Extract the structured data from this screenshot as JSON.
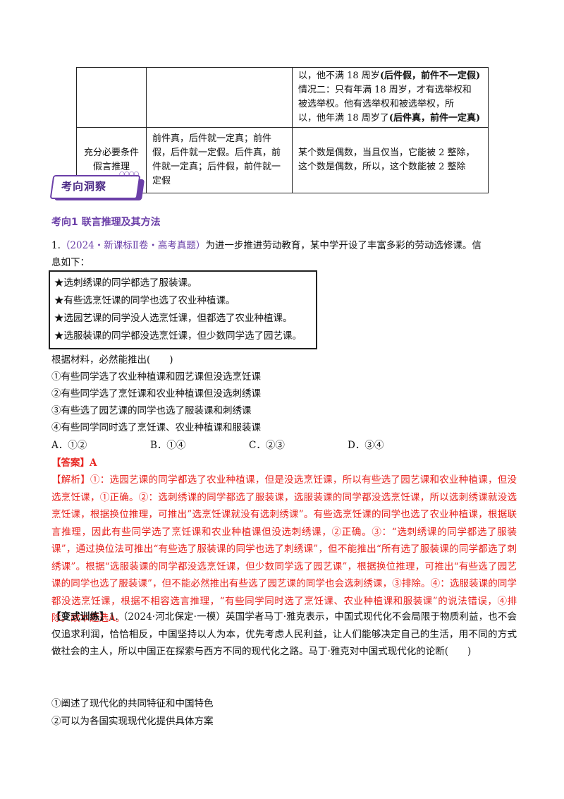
{
  "table": {
    "row1": {
      "col1": "",
      "col2": "",
      "col3_l1_pre": "以，他不满 18 周岁",
      "col3_l1_bold": "(后件假，前件不一定假)",
      "col3_l2": "情况二：只有年满 18 周岁，才有选举权和",
      "col3_l3": "被选举权。他有选举权和被选举权，所",
      "col3_l4_pre": "以，他年满 18 周岁了",
      "col3_l4_bold": "(后件真，前件一定真)"
    },
    "row2": {
      "col1": "充分必要条件假言推理",
      "col2": "前件真，后件就一定真；前件假，后件就一定假。后件真，前件就一定真；后件假，前件就一定假",
      "col3": "某个数是偶数，当且仅当，它能被 2 整除，这个数是偶数，所以，这个数能被 2 整除"
    }
  },
  "banner_label": "考向洞察",
  "section_title": "考向1  联言推理及其方法",
  "q1": {
    "number": "1.",
    "source": "（2024・新课标Ⅱ卷・高考真题）",
    "stem_l1": "为进一步推进劳动教育，某中学开设了丰富多彩的劳动选修课。信",
    "stem_l2": "息如下：",
    "box": [
      "★选刺绣课的同学都选了服装课。",
      "★有些选烹饪课的同学也选了农业种植课。",
      "★选园艺课的同学没人选烹饪课，但都选了农业种植课。",
      "★选服装课的同学都没选烹饪课，但少数同学选了园艺课。"
    ],
    "prompt": "根据材料，必然能推出(　　)",
    "items": [
      "①有些同学选了农业种植课和园艺课但没选烹饪课",
      "②有些同学选了烹饪课和农业种植课但没选刺绣课",
      "③有些选了园艺课的同学也选了服装课和刺绣课",
      "④有些同学同时选了烹饪课、农业种植课和服装课"
    ],
    "options": [
      "A．①②",
      "B．①④",
      "C．②③",
      "D．③④"
    ],
    "answer": "【答案】A",
    "analysis": "【解析】①：选园艺课的同学都选了农业种植课，但是没选烹饪课，所以有些选了园艺课和农业种植课，但没选烹饪课，①正确。②：选刺绣课的同学都选了服装课，选服装课的同学都没选烹饪课，所以选刺绣课就没选烹饪课，根据换位推理，可推出”选烹饪课就没有选刺绣课”。有些选烹饪课的同学也选了农业种植课，根据联言推理，因此有些同学选了烹饪课和农业种植课但没选刺绣课，②正确。③：“选刺绣课的同学都选了服装课”，通过换位法可推出“有些选了服装课的同学也选了刺绣课”，但不能推出“所有选了服装课的同学都选了刺绣课”。根据“选服装课的同学都没选烹饪课，但少数同学选了园艺课”，根据换位推理，可推出“有些选了园艺课的同学也选了服装课”，但不能必然推出有些选了园艺课的同学也会选刺绣课，③排除。④：选服装课的同学都没选烹饪课，根据不相容选言推理，“有些同学同时选了烹饪课、农业种植课和服装课”的说法错误，④排除。故本题选A。"
  },
  "variant": {
    "label": "【变式训练】",
    "text": "1.（2024·河北保定·一模）英国学者马丁·雅克表示，中国式现代化不会局限于物质利益，也不会仅追求利润，恰恰相反，中国坚持以人为本，优先考虑人民利益，让人们能够决定自己的生活，用不同的方式做社会的主人，所以中国正在探索与西方不同的现代化之路。马丁·雅克对中国式现代化的论断(　　)",
    "items": [
      "①阐述了现代化的共同特征和中国特色",
      "②可以为各国实现现代化提供具体方案"
    ]
  }
}
